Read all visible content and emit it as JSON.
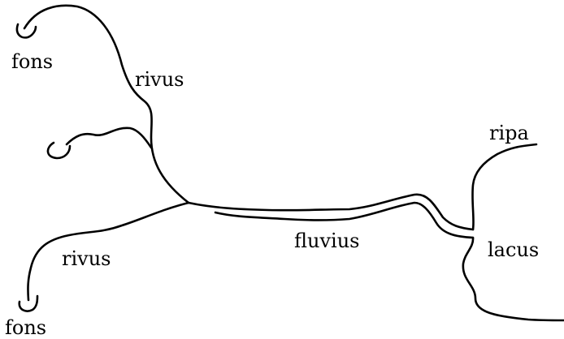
{
  "labels": {
    "fons_top": "fons",
    "rivus_top": "rivus",
    "ripa": "ripa",
    "fluvius": "fluvius",
    "rivus_bottom": "rivus",
    "lacus": "lacus",
    "fons_bottom": "fons"
  }
}
